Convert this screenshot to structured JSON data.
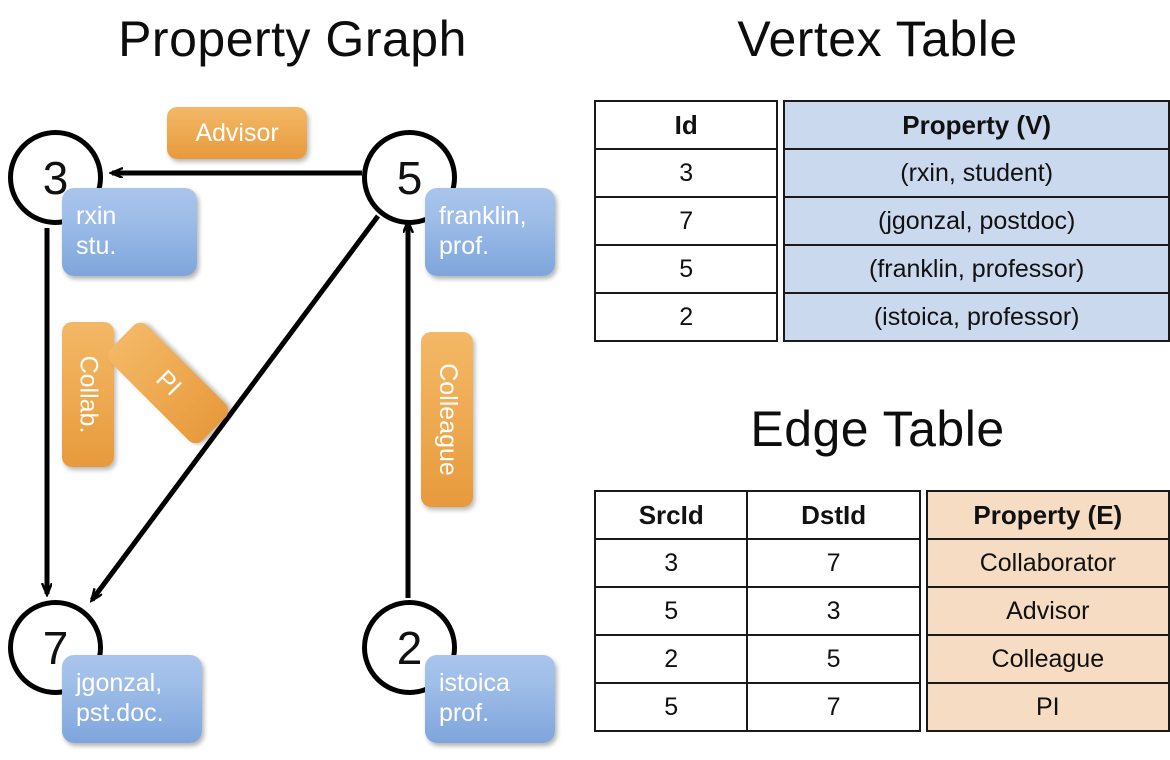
{
  "titles": {
    "property_graph": "Property Graph",
    "vertex_table": "Vertex Table",
    "edge_table": "Edge Table"
  },
  "colors": {
    "vertex_property_fill": "#cbd9ef",
    "edge_property_fill": "#f5dcc2",
    "node_box_blue": "#9ebde8",
    "edge_label_orange": "#efab53",
    "stroke": "#000000"
  },
  "graph": {
    "nodes": [
      {
        "id": "3",
        "property_line1": "rxin",
        "property_line2": "stu."
      },
      {
        "id": "5",
        "property_line1": "franklin,",
        "property_line2": "prof."
      },
      {
        "id": "7",
        "property_line1": "jgonzal,",
        "property_line2": "pst.doc."
      },
      {
        "id": "2",
        "property_line1": "istoica",
        "property_line2": "prof."
      }
    ],
    "edge_labels": [
      {
        "name": "advisor",
        "text": "Advisor"
      },
      {
        "name": "collab",
        "text": "Collab."
      },
      {
        "name": "pi",
        "text": "PI"
      },
      {
        "name": "colleague",
        "text": "Colleague"
      }
    ],
    "edges": [
      {
        "src": "5",
        "dst": "3",
        "label": "Advisor"
      },
      {
        "src": "3",
        "dst": "7",
        "label": "Collab."
      },
      {
        "src": "5",
        "dst": "7",
        "label": "PI"
      },
      {
        "src": "2",
        "dst": "5",
        "label": "Colleague"
      }
    ]
  },
  "vertex_table": {
    "headers": {
      "id": "Id",
      "property": "Property (V)"
    },
    "rows": [
      {
        "id": "3",
        "property": "(rxin, student)"
      },
      {
        "id": "7",
        "property": "(jgonzal, postdoc)"
      },
      {
        "id": "5",
        "property": "(franklin, professor)"
      },
      {
        "id": "2",
        "property": "(istoica, professor)"
      }
    ]
  },
  "edge_table": {
    "headers": {
      "src": "SrcId",
      "dst": "DstId",
      "property": "Property (E)"
    },
    "rows": [
      {
        "src": "3",
        "dst": "7",
        "property": "Collaborator"
      },
      {
        "src": "5",
        "dst": "3",
        "property": "Advisor"
      },
      {
        "src": "2",
        "dst": "5",
        "property": "Colleague"
      },
      {
        "src": "5",
        "dst": "7",
        "property": "PI"
      }
    ]
  }
}
